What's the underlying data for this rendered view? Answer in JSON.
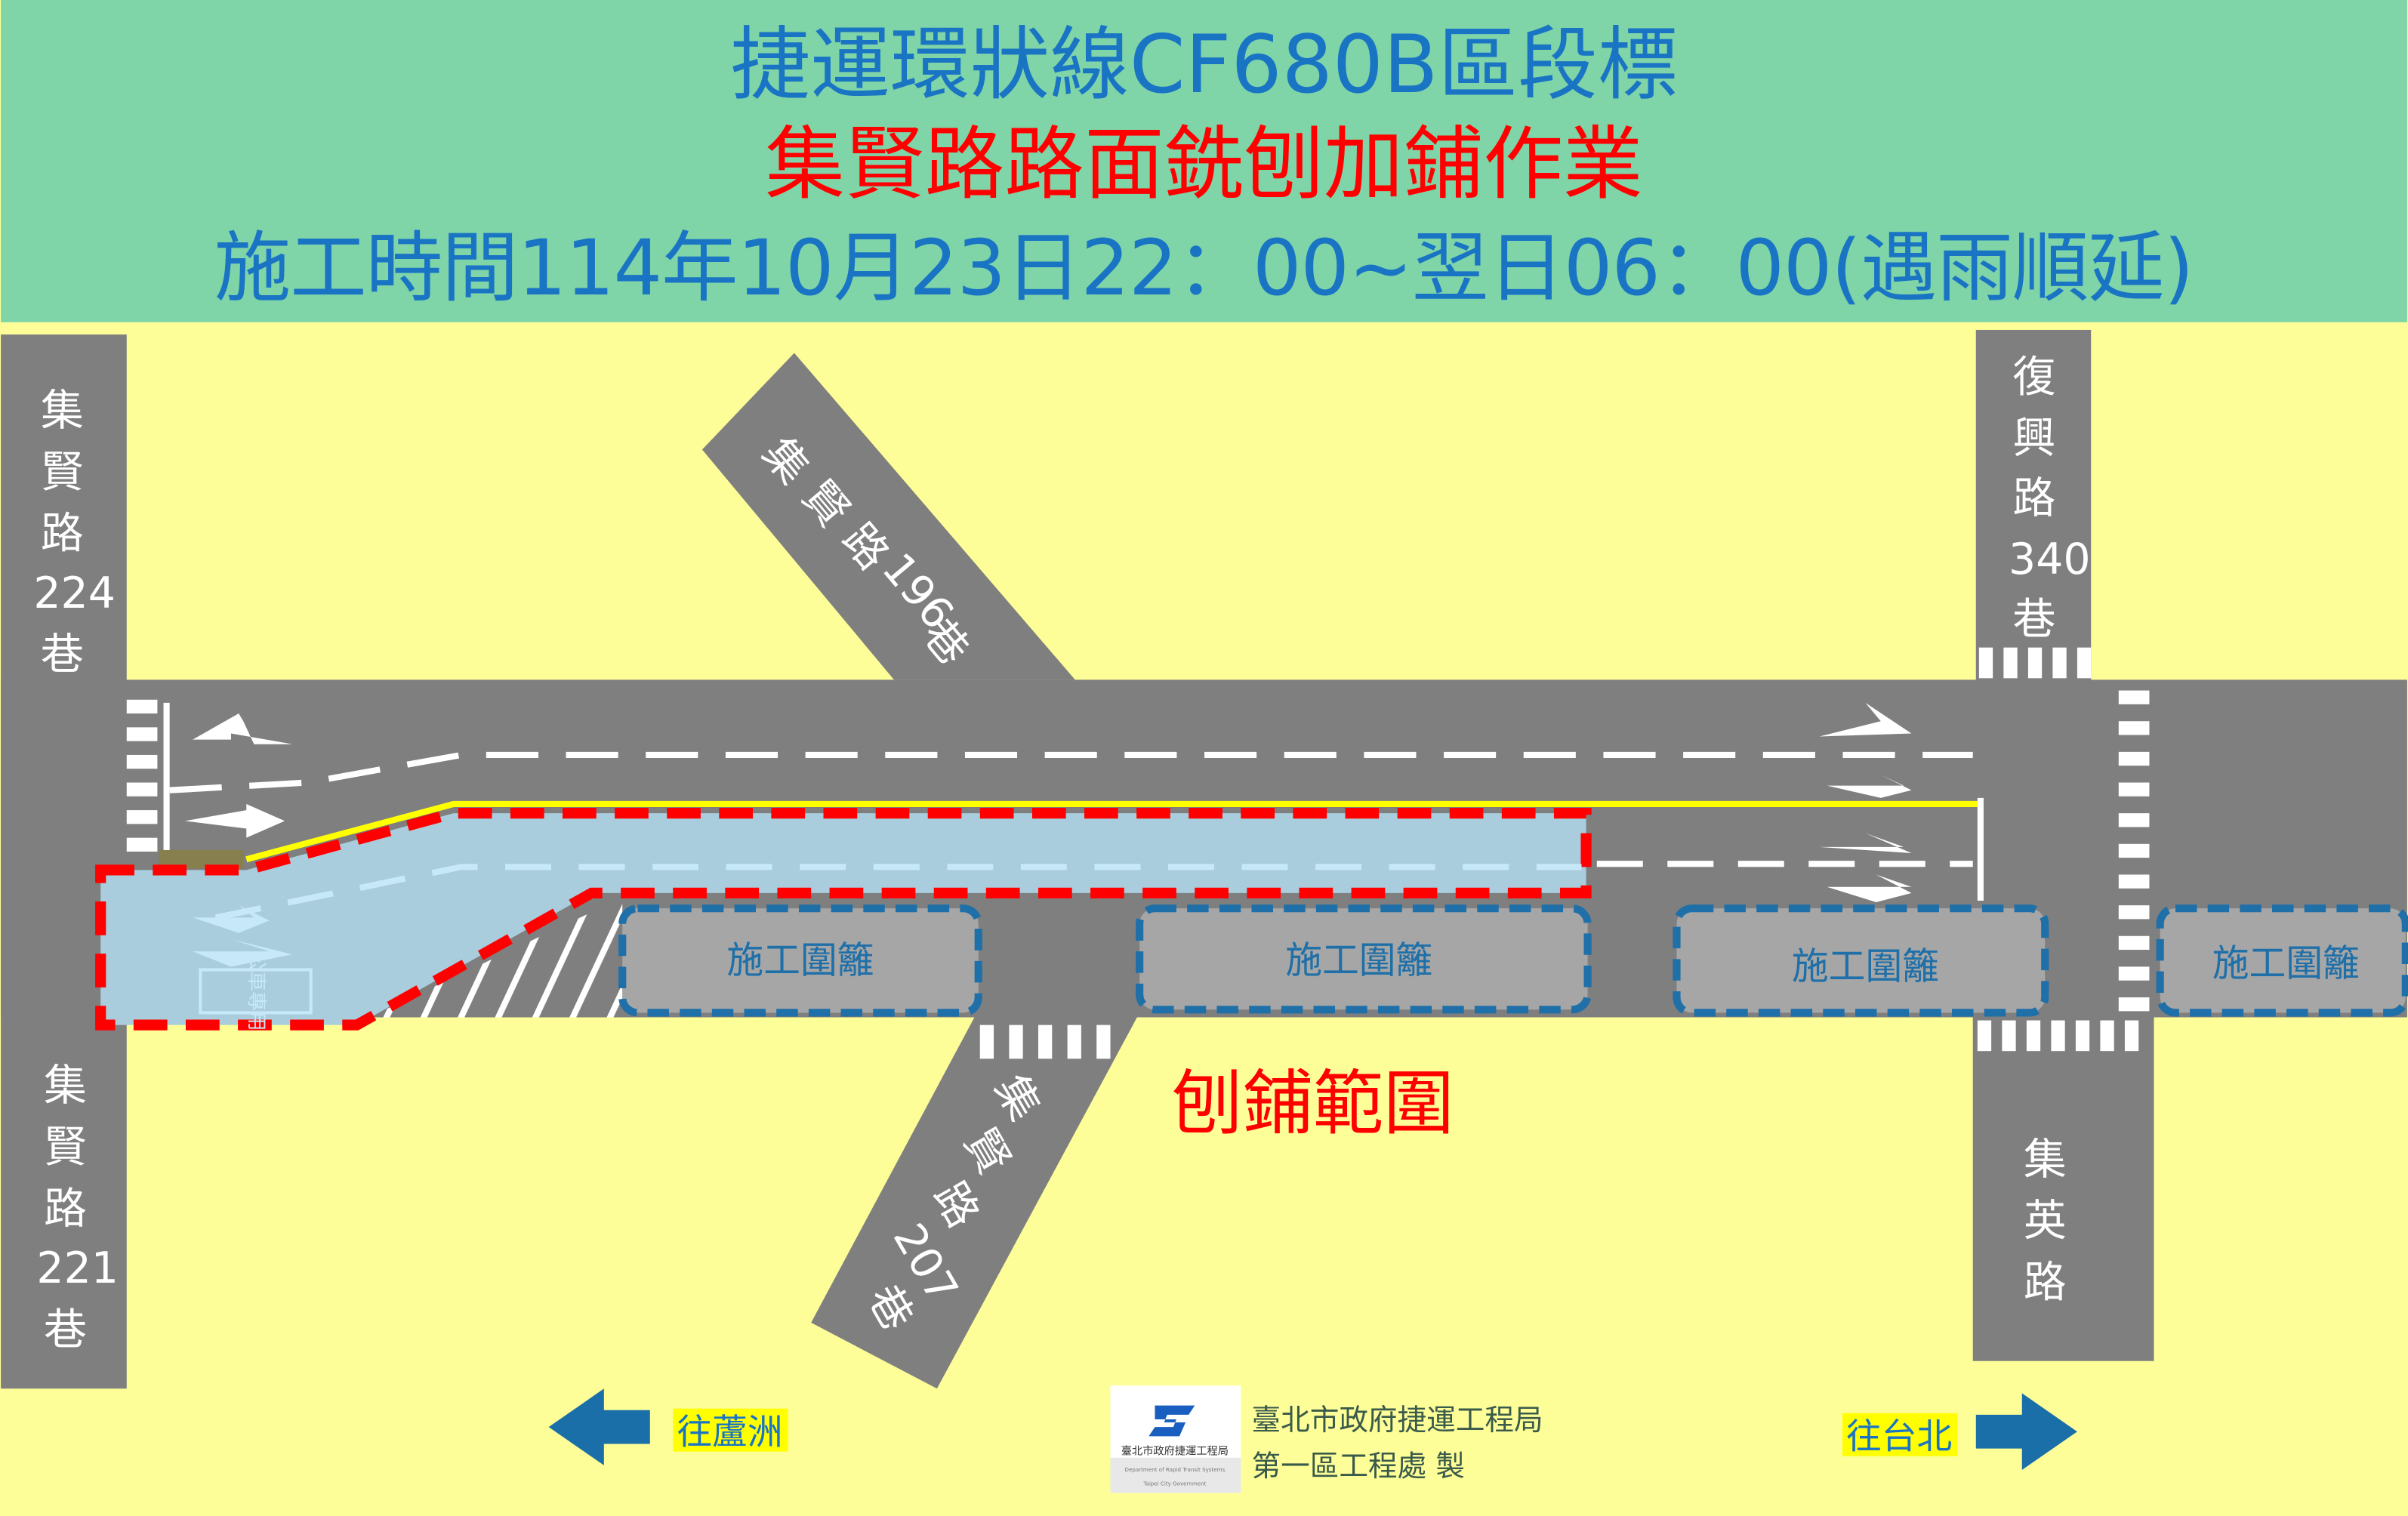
{
  "header": {
    "line1": "捷運環狀線CF680B區段標",
    "line2": "集賢路路面銑刨加鋪作業",
    "line3": "施工時間114年10月23日22：00~翌日06：00(遇雨順延)"
  },
  "roads": {
    "left_top": [
      "集",
      "賢",
      "路",
      "224",
      "巷"
    ],
    "left_bottom": [
      "集",
      "賢",
      "路",
      "221",
      "巷"
    ],
    "right_top": [
      "復",
      "興",
      "路",
      "340",
      "巷"
    ],
    "right_bottom": [
      "集",
      "英",
      "路"
    ],
    "diag_196": [
      "集",
      "賢",
      "路",
      "196",
      "巷"
    ],
    "diag_207": [
      "集",
      "賢",
      "路",
      "207",
      "巷"
    ]
  },
  "barriers": [
    "施工圍籬",
    "施工圍籬",
    "施工圍籬",
    "施工圍籬"
  ],
  "bus_lane": "公車專用",
  "milling_area_label": "刨鋪範圍",
  "directions": {
    "left": "往蘆洲",
    "right": "往台北"
  },
  "credit": {
    "line1": "臺北市政府捷運工程局",
    "line2": "第一區工程處 製"
  },
  "logo": {
    "name": "臺北市政府捷運工程局",
    "en1": "Department of Rapid Transit Systems",
    "en2": "Taipei City Government"
  },
  "colors": {
    "header_bg": "#7fd4a8",
    "background": "#fefe99",
    "road": "#7f7f7f",
    "work_area": "#a9cddc",
    "boundary": "#ff0000",
    "barrier_border": "#1f6fa8"
  }
}
